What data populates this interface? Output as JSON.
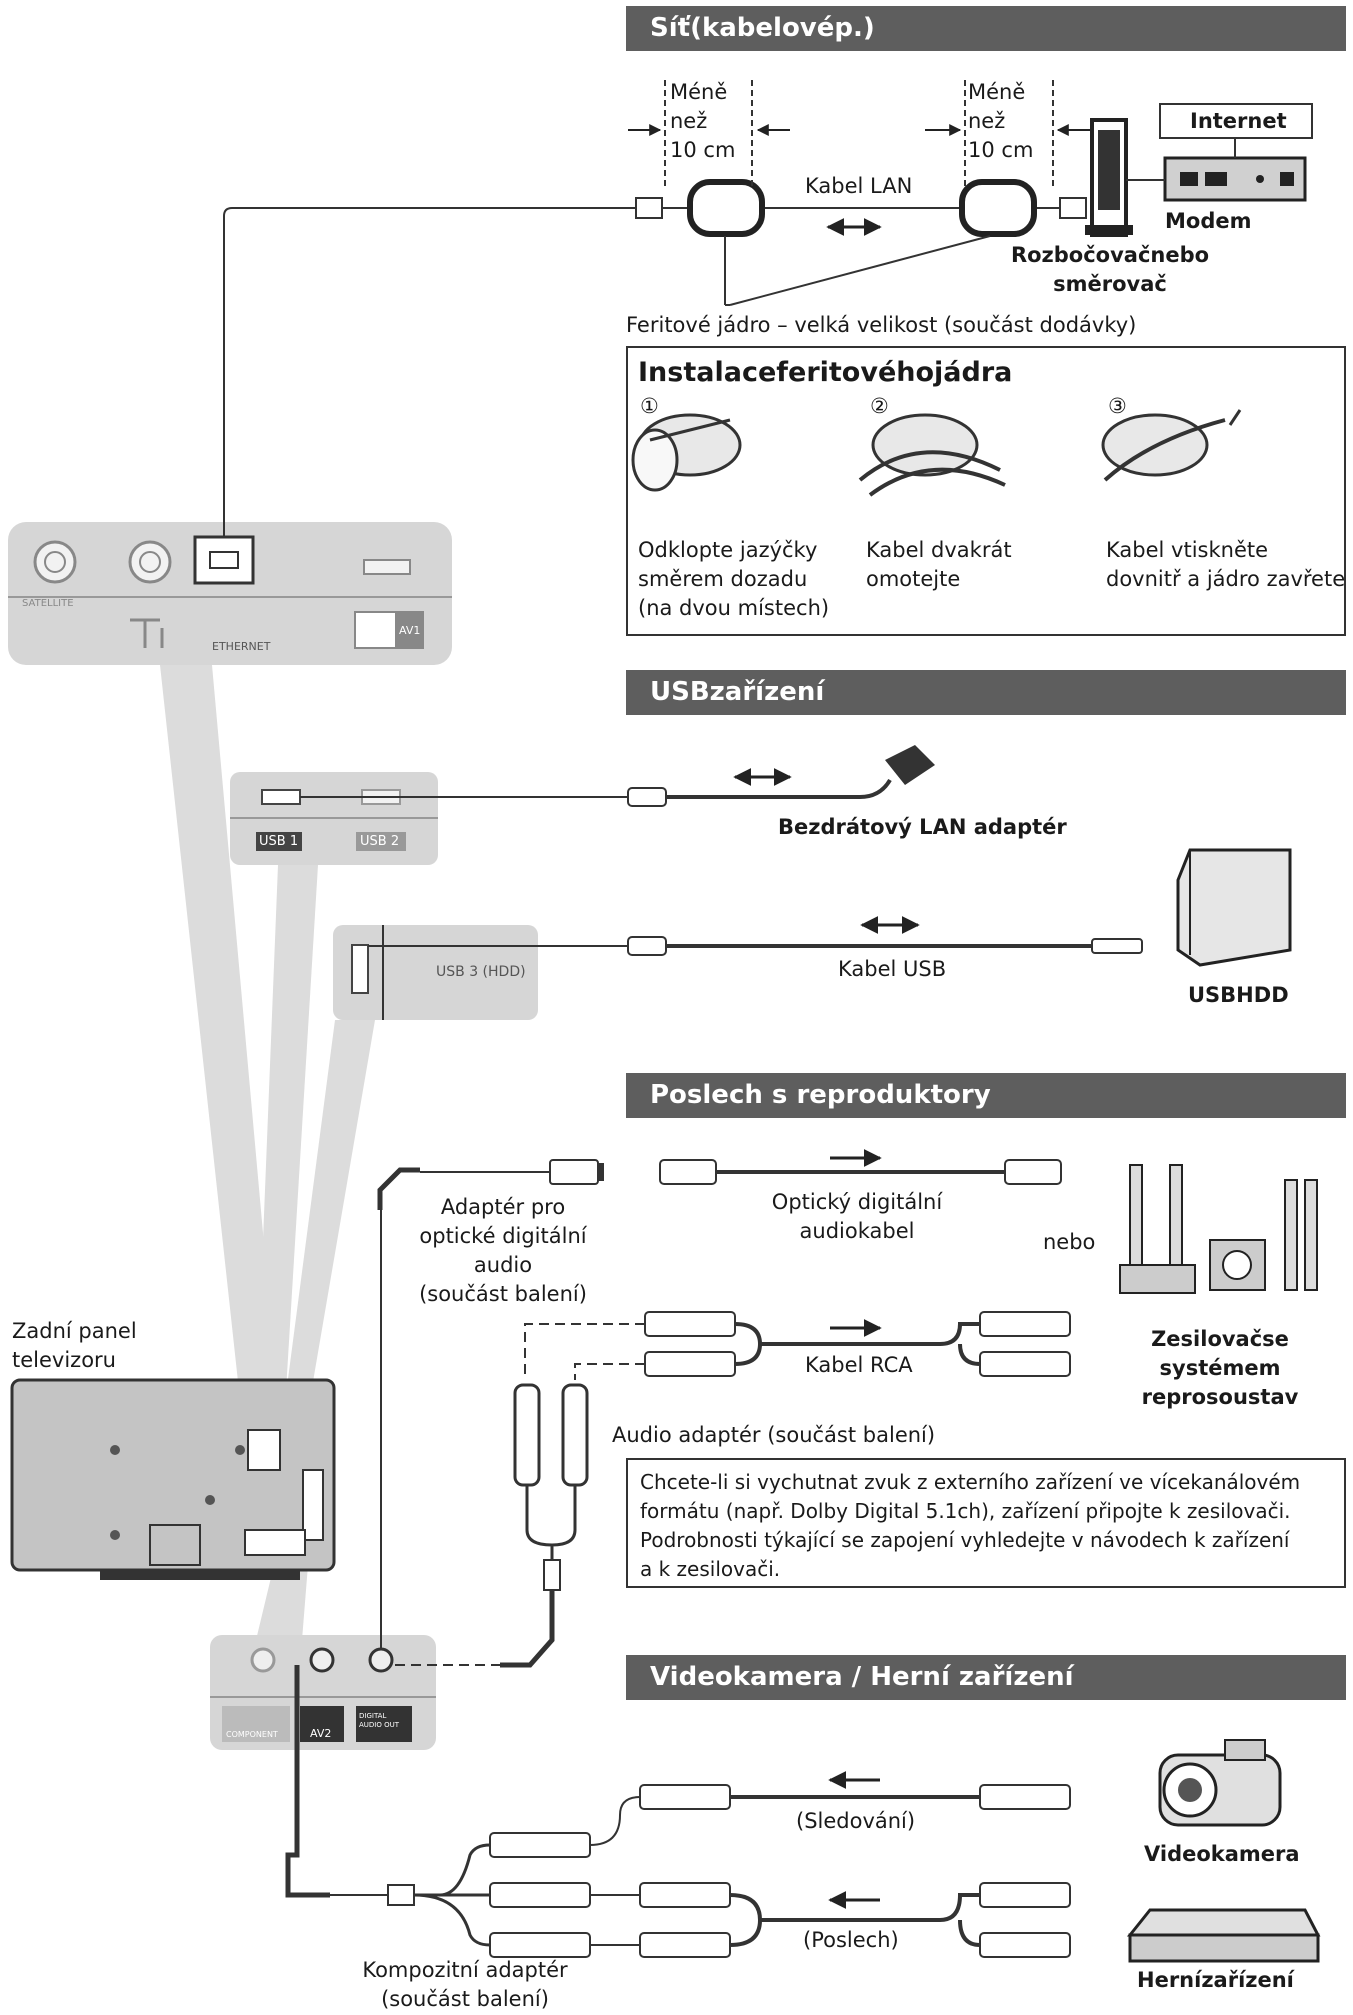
{
  "sections": {
    "network": "Síť(kabelovép.)",
    "usb": "USBzařízení",
    "speakers": "Poslech s reproduktory",
    "camera": "Videokamera / Herní zařízení"
  },
  "network": {
    "less_left": [
      "Méně",
      "než",
      "10 cm"
    ],
    "less_right": [
      "Méně",
      "než",
      "10 cm"
    ],
    "lan_cable": "Kabel LAN",
    "internet": "Internet",
    "modem": "Modem",
    "router_1": "Rozbočovačnebo",
    "router_2": "směrovač",
    "ferrite": "Feritové jádro – velká velikost (součást dodávky)"
  },
  "install": {
    "title": "Instalaceferitovéhojádra",
    "step1_num": "①",
    "step2_num": "②",
    "step3_num": "③",
    "step1": [
      "Odklopte jazýčky",
      "směrem dozadu",
      "(na dvou místech)"
    ],
    "step2": [
      "Kabel dvakrát",
      "omotejte"
    ],
    "step3": [
      "Kabel vtiskněte",
      "dovnitř a jádro zavřete"
    ]
  },
  "tv_panel": {
    "satellite": "SATELLITE",
    "ethernet": "ETHERNET",
    "av1": "AV1",
    "usb1": "USB 1",
    "usb2": "USB 2",
    "usb3": "USB 3 (HDD)",
    "component": "COMPONENT",
    "av2": "AV2",
    "digital_audio_out": "DIGITAL AUDIO OUT"
  },
  "usb": {
    "wlan": "Bezdrátový LAN adaptér",
    "cable": "Kabel USB",
    "hdd": "USBHDD"
  },
  "speakers": {
    "adapter": [
      "Adaptér pro",
      "optické digitální",
      "audio",
      "(součást balení)"
    ],
    "optical": [
      "Optický digitální",
      "audiokabel"
    ],
    "or": "nebo",
    "rca": "Kabel RCA",
    "amp": [
      "Zesilovačse",
      "systémem",
      "reprosoustav"
    ],
    "audio_adapter": "Audio adaptér (součást balení)",
    "tv_back": [
      "Zadní panel",
      "televizoru"
    ],
    "note": [
      "Chcete-li si vychutnat zvuk z externího zařízení ve vícekanálovém",
      "formátu (např. Dolby Digital 5.1ch), zařízení připojte k zesilovači.",
      "Podrobnosti týkající se zapojení vyhledejte v návodech k zařízení",
      "a k zesilovači."
    ]
  },
  "camera": {
    "watch": "(Sledování)",
    "listen": "(Poslech)",
    "camcorder": "Videokamera",
    "game": "Hernízařízení",
    "composite": [
      "Kompozitní adaptér",
      "(součást balení)"
    ]
  }
}
